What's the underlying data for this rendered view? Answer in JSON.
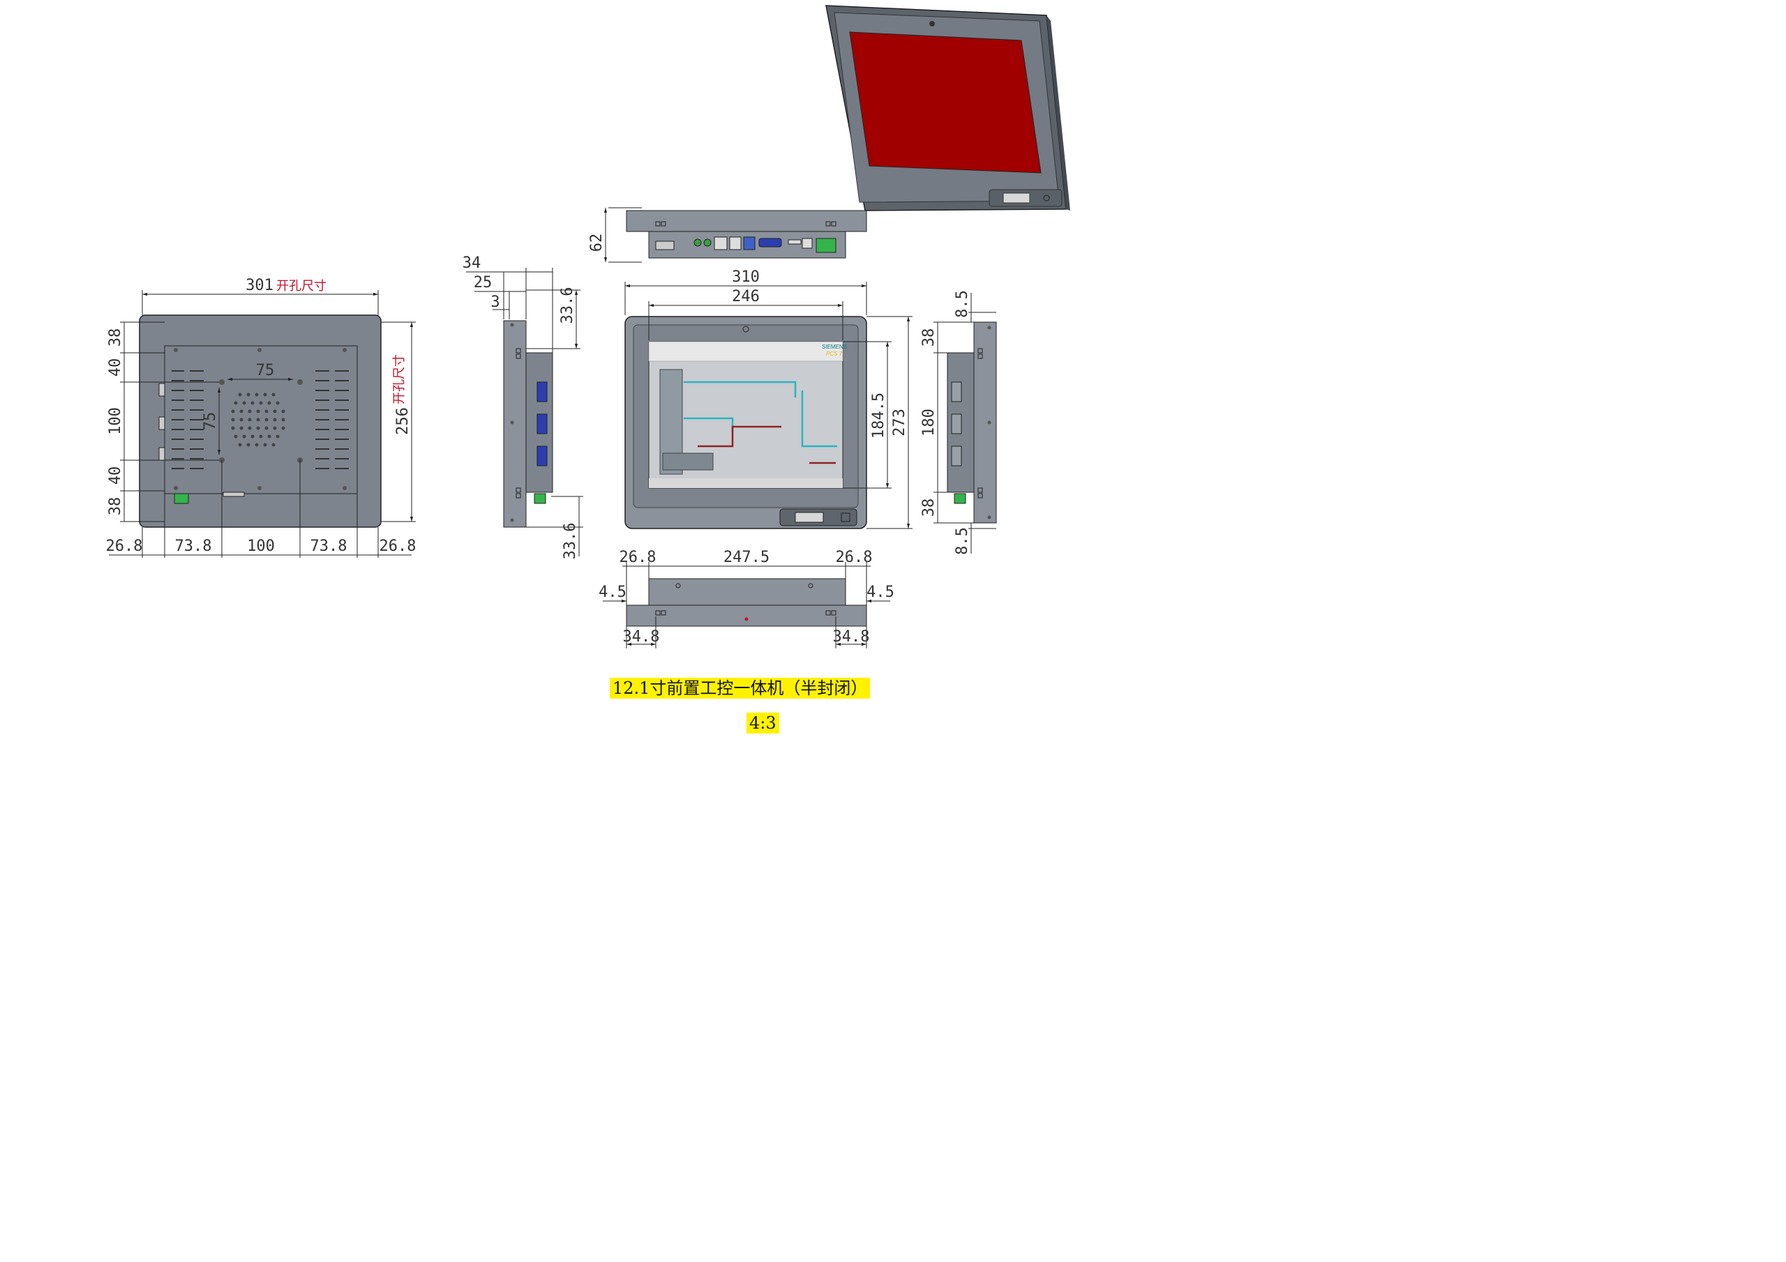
{
  "title": "12.1寸前置工控一体机（半封闭）",
  "ratio": "4:3",
  "panel_colors": {
    "body": "#7d848e",
    "body_dark": "#5f656d",
    "screen_red": "#a00000",
    "bezel": "#8b929b",
    "line": "#222222",
    "connector_blue": "#2c3fb0",
    "connector_green": "#34b44a"
  },
  "rear_view": {
    "width_label": "301",
    "width_cn": "开孔尺寸",
    "height_label": "256",
    "height_cn": "开孔尺寸",
    "left_dims": [
      "38",
      "40",
      "100",
      "40",
      "38"
    ],
    "inner_75_h": "75",
    "inner_75_v": "75",
    "bottom_dims": [
      "26.8",
      "73.8",
      "100",
      "73.8",
      "26.8"
    ]
  },
  "side_view_left": {
    "dim_34": "34",
    "dim_25": "25",
    "dim_3": "3",
    "dim_top": "33.6",
    "dim_bottom": "33.6"
  },
  "top_view": {
    "height_label": "62"
  },
  "front_view": {
    "width_outer": "310",
    "width_inner": "246",
    "height_inner": "184.5",
    "height_outer": "273",
    "screen_brand": "SIEMENS",
    "screen_brand_sub": "PCS 7"
  },
  "side_view_right": {
    "dim_top_85": "8.5",
    "dim_38_top": "38",
    "dim_180": "180",
    "dim_38_bottom": "38",
    "dim_bottom_85": "8.5"
  },
  "bottom_view": {
    "left_268": "26.8",
    "center": "247.5",
    "right_268": "26.8",
    "left_45": "4.5",
    "right_45": "4.5",
    "left_348": "34.8",
    "right_348": "34.8"
  }
}
